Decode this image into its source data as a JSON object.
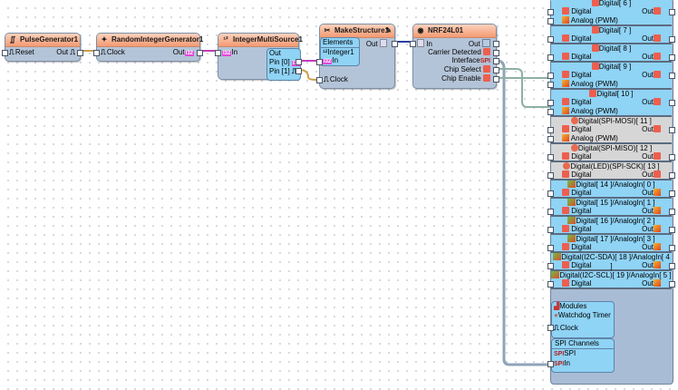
{
  "components": {
    "pulse_generator": {
      "title": "PulseGenerator1",
      "pin_in": "Reset",
      "pin_out": "Out"
    },
    "random_generator": {
      "title": "RandomIntegerGenerator1",
      "pin_in": "Clock",
      "pin_out": "Out",
      "out_badge": "I32"
    },
    "multi_source": {
      "title": "IntegerMultiSource1",
      "pin_in": "In",
      "in_badge": "I32",
      "out_group": "Out",
      "pins": [
        "Pin [0]",
        "Pin [1]"
      ],
      "pin0_badge": "I32"
    },
    "make_structure": {
      "title": "MakeStructure1",
      "elements_label": "Elements",
      "element": "Integer1",
      "element_pin": "In",
      "element_badge": "I32",
      "out": "Out",
      "clock": "Clock"
    },
    "nrf": {
      "title": "NRF24L01",
      "pin_in": "In",
      "pins": [
        "Out",
        "Carrier Detected",
        "Interface",
        "Chip Select",
        "Chip Enable"
      ],
      "interface_badge": "SPI"
    }
  },
  "arduino": {
    "rows": [
      {
        "title": "Digital[ 6 ]",
        "left": "Digital",
        "right": "Out",
        "extra": "Analog (PWM)",
        "gray": false
      },
      {
        "title": "Digital[ 7 ]",
        "left": "Digital",
        "right": "Out",
        "extra": null,
        "gray": false
      },
      {
        "title": "Digital[ 8 ]",
        "left": "Digital",
        "right": "Out",
        "extra": null,
        "gray": false
      },
      {
        "title": "Digital[ 9 ]",
        "left": "Digital",
        "right": "Out",
        "extra": "Analog (PWM)",
        "gray": false
      },
      {
        "title": "Digital[ 10 ]",
        "left": "Digital",
        "right": "Out",
        "extra": "Analog (PWM)",
        "gray": false
      },
      {
        "title": "Digital(SPI-MOSI)[ 11 ]",
        "left": "Digital",
        "right": "Out",
        "extra": "Analog (PWM)",
        "gray": true
      },
      {
        "title": "Digital(SPI-MISO)[ 12 ]",
        "left": "Digital",
        "right": "Out",
        "extra": null,
        "gray": true
      },
      {
        "title": "Digital(LED)(SPI-SCK)[ 13 ]",
        "left": "Digital",
        "right": "Out",
        "extra": null,
        "gray": true
      },
      {
        "title": "Digital[ 14 ]/AnalogIn[ 0 ]",
        "left": "Digital",
        "right": "Out",
        "extra": null,
        "gray": false
      },
      {
        "title": "Digital[ 15 ]/AnalogIn[ 1 ]",
        "left": "Digital",
        "right": "Out",
        "extra": null,
        "gray": false
      },
      {
        "title": "Digital[ 16 ]/AnalogIn[ 2 ]",
        "left": "Digital",
        "right": "Out",
        "extra": null,
        "gray": false
      },
      {
        "title": "Digital[ 17 ]/AnalogIn[ 3 ]",
        "left": "Digital",
        "right": "Out",
        "extra": null,
        "gray": false
      },
      {
        "title": "Digital(I2C-SDA)[ 18 ]/AnalogIn[ 4 ]",
        "left": "Digital",
        "right": "Out",
        "extra": null,
        "gray": false
      },
      {
        "title": "Digital(I2C-SCL)[ 19 ]/AnalogIn[ 5 ]",
        "left": "Digital",
        "right": "Out",
        "extra": null,
        "gray": false
      }
    ],
    "modules": {
      "title": "Modules",
      "item": "Watchdog Timer",
      "pin": "Clock"
    },
    "spi": {
      "title": "SPI Channels",
      "item": "SPI",
      "pin": "In",
      "badge": "SPI"
    }
  }
}
